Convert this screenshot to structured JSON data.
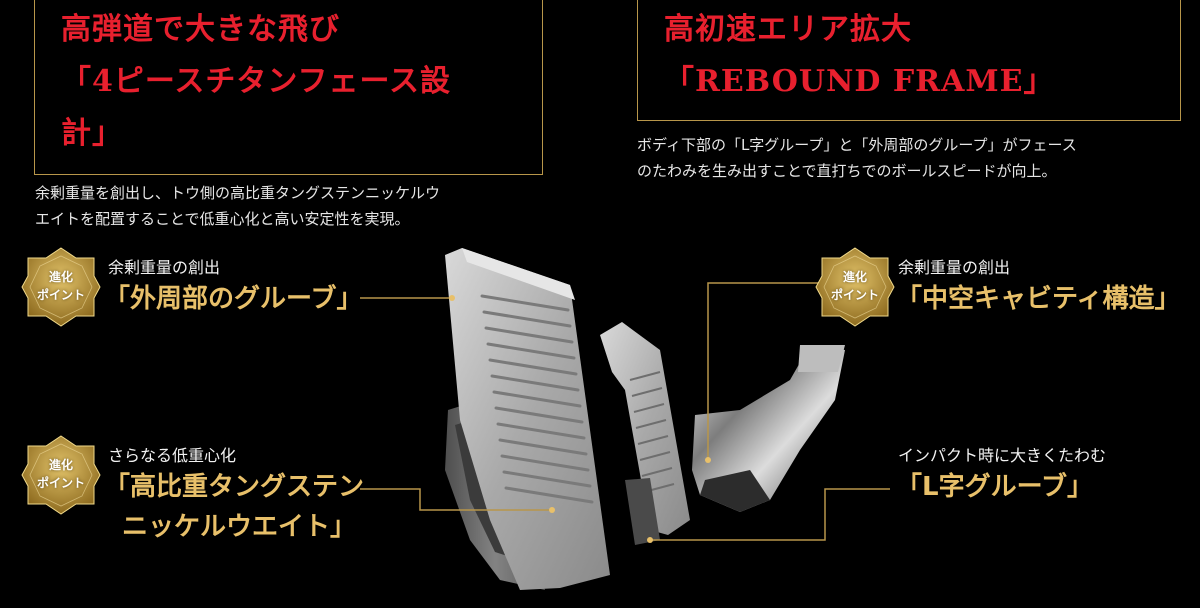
{
  "left_panel": {
    "title_lines": [
      "高弾道で大きな飛び",
      "「4ピースチタンフェース設",
      "計」"
    ],
    "description_lines": [
      "余剰重量を創出し、トウ側の高比重タングステンニッケルウ",
      "エイトを配置することで低重心化と高い安定性を実現。"
    ]
  },
  "right_panel": {
    "title_lines": [
      "高初速エリア拡大",
      "「REBOUND FRAME」"
    ],
    "description_lines": [
      "ボディ下部の「L字グループ」と「外周部のグループ」がフェース",
      "のたわみを生み出すことで直打ちでのボールスピードが向上。"
    ]
  },
  "badge": {
    "line1": "進化",
    "line2": "ポイント"
  },
  "features": {
    "outer_groove": {
      "sub": "余剰重量の創出",
      "main": "「外周部のグルーブ」"
    },
    "tungsten": {
      "sub": "さらなる低重心化",
      "main_line1": "「高比重タングステン",
      "main_line2": "ニッケルウエイト」"
    },
    "hollow": {
      "sub": "余剰重量の創出",
      "main": "「中空キャビティ構造」"
    },
    "l_groove": {
      "sub": "インパクト時に大きくたわむ",
      "main": "「L字グルーブ」"
    }
  },
  "colors": {
    "title_red": "#e8202e",
    "gold": "#e8c06a",
    "frame_gold": "#b8964a",
    "background": "#000000"
  }
}
